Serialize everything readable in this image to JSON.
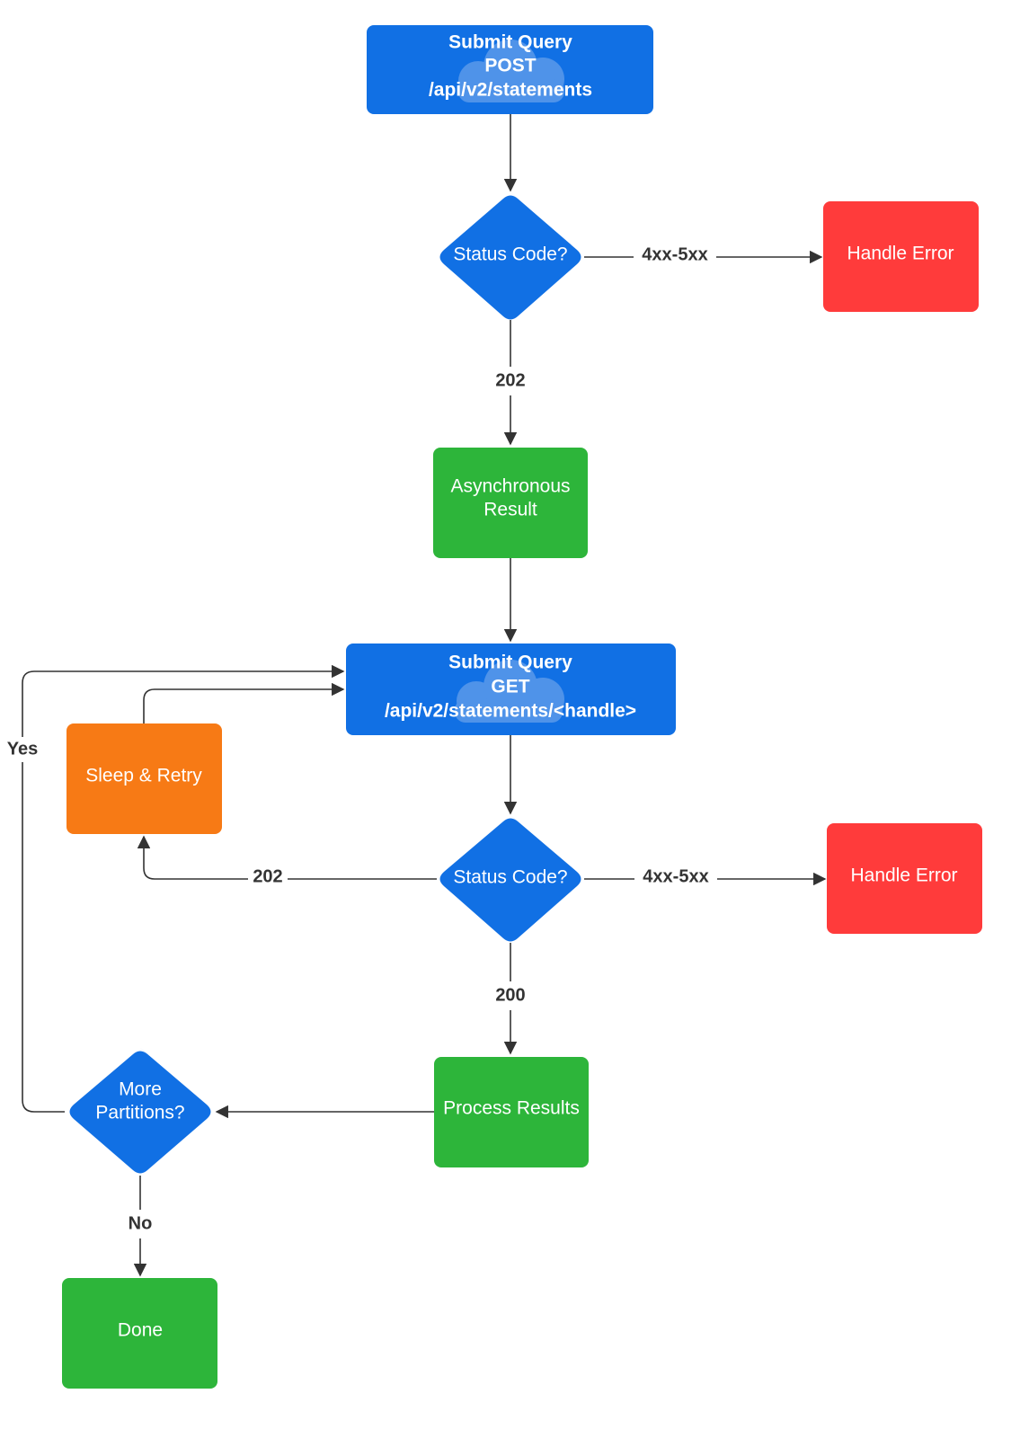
{
  "colors": {
    "blue": "#1170E4",
    "red": "#FF3B3B",
    "green": "#2DB53A",
    "orange": "#F77A15",
    "edge": "#333333",
    "text": "#ffffff",
    "cloud": "#5A9AEB"
  },
  "nodes": {
    "submit_post": {
      "lines": [
        "Submit Query",
        "POST",
        "/api/v2/statements"
      ],
      "icon": "cloud-icon"
    },
    "status_1": {
      "label": "Status Code?"
    },
    "handle_error_1": {
      "label": "Handle Error"
    },
    "async_result": {
      "lines": [
        "Asynchronous",
        "Result"
      ]
    },
    "submit_get": {
      "lines": [
        "Submit Query",
        "GET",
        "/api/v2/statements/<handle>"
      ],
      "icon": "cloud-icon"
    },
    "sleep_retry": {
      "label": "Sleep & Retry"
    },
    "status_2": {
      "label": "Status Code?"
    },
    "handle_error_2": {
      "label": "Handle Error"
    },
    "process_results": {
      "label": "Process Results"
    },
    "more_partitions": {
      "lines": [
        "More",
        "Partitions?"
      ]
    },
    "done": {
      "label": "Done"
    }
  },
  "edge_labels": {
    "status1_error": "4xx-5xx",
    "status1_202": "202",
    "status2_error": "4xx-5xx",
    "status2_202": "202",
    "status2_200": "200",
    "more_yes": "Yes",
    "more_no": "No"
  }
}
